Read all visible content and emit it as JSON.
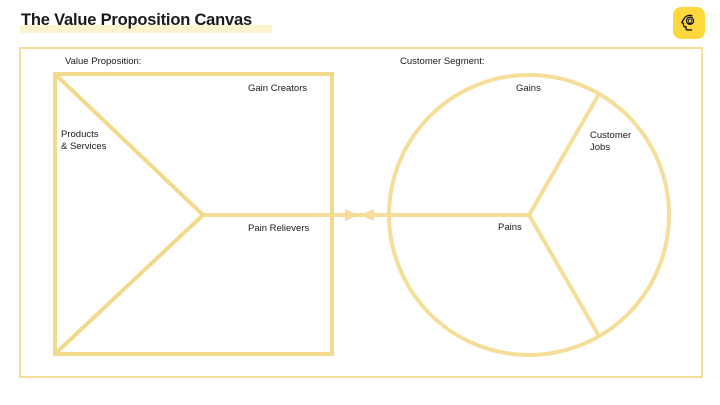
{
  "header": {
    "title": "The Value Proposition Canvas",
    "logo_icon": "head-lightbulb-icon"
  },
  "canvas": {
    "left_panel": {
      "caption": "Value Proposition:",
      "shape": "square-with-triangle",
      "labels": {
        "gain_creators": "Gain Creators",
        "products_services": "Products\n& Services",
        "pain_relievers": "Pain Relievers"
      }
    },
    "right_panel": {
      "caption": "Customer Segment:",
      "shape": "circle-three-sectors",
      "labels": {
        "gains": "Gains",
        "customer_jobs": "Customer\nJobs",
        "pains": "Pains"
      }
    },
    "connector": {
      "type": "double-arrow-fit",
      "direction": "bidirectional"
    }
  },
  "colors": {
    "accent": "#f4de9a",
    "accent_strong": "#f2d98b",
    "logo_background": "#ffd83d",
    "text": "#1a1a1a",
    "highlight": "#fbe9a8",
    "background": "#ffffff"
  }
}
